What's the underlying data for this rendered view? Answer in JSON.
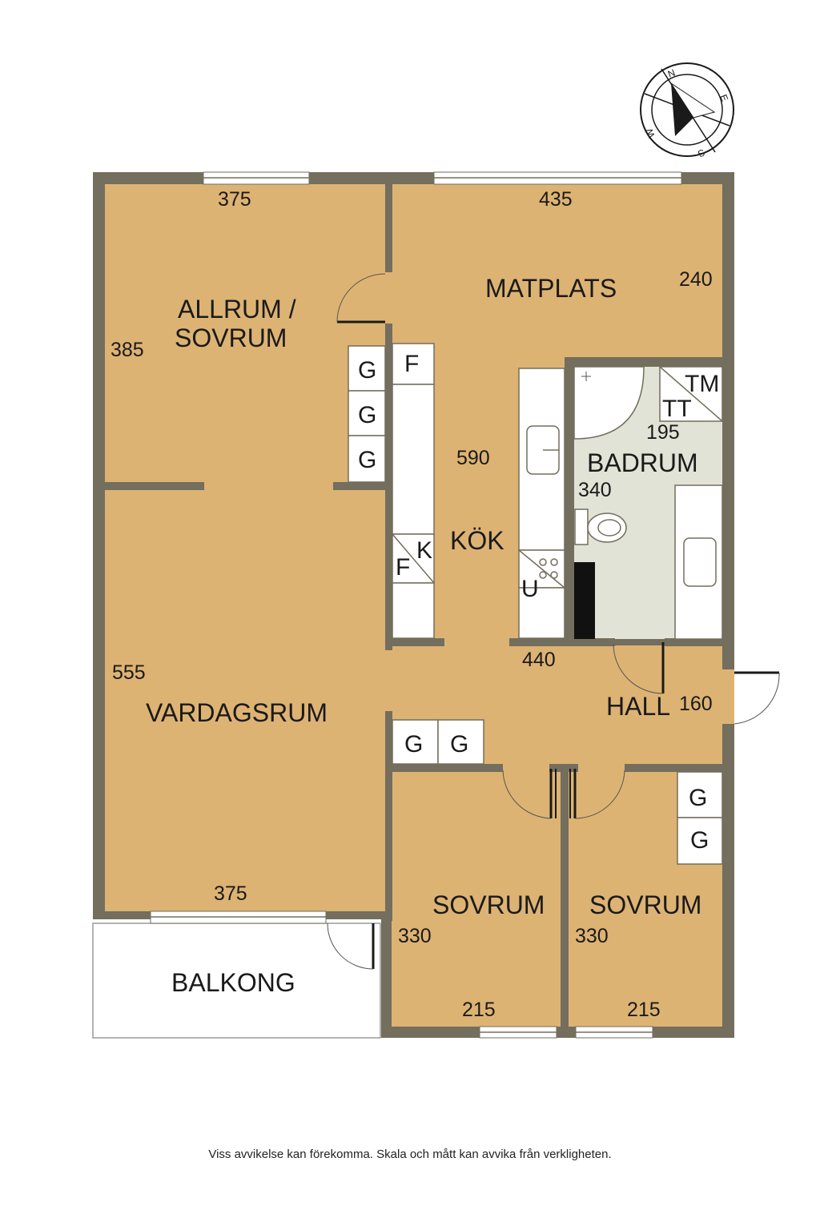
{
  "colors": {
    "wall": "#736e5d",
    "floor": "#ddb373",
    "bathroom": "#e1e3d6",
    "cabinet": "#ffffff",
    "line": "#1a1a1a"
  },
  "compass": {
    "n": "N",
    "e": "E",
    "s": "S",
    "w": "W"
  },
  "rooms": {
    "allrum_line1": "ALLRUM /",
    "allrum_line2": "SOVRUM",
    "matplats": "MATPLATS",
    "kok": "KÖK",
    "badrum": "BADRUM",
    "hall": "HALL",
    "vardagsrum": "VARDAGSRUM",
    "balkong": "BALKONG",
    "sovrum_left": "SOVRUM",
    "sovrum_right": "SOVRUM"
  },
  "dimensions": {
    "allrum_top": "375",
    "allrum_side": "385",
    "matplats_top": "435",
    "matplats_side": "240",
    "kok_depth": "590",
    "badrum_width": "195",
    "badrum_depth": "340",
    "kok_bottom": "440",
    "hall_side": "160",
    "vardagsrum_side": "555",
    "vardagsrum_bottom": "375",
    "sovrum_left_side": "330",
    "sovrum_left_bottom": "215",
    "sovrum_right_side": "330",
    "sovrum_right_bottom": "215"
  },
  "fixtures": {
    "wardrobe_allrum_1": "G",
    "wardrobe_allrum_2": "G",
    "wardrobe_allrum_3": "G",
    "fridge": "F",
    "freezer": "F",
    "kitchen_k": "K",
    "oven": "U",
    "washer": "TM",
    "dryer": "TT",
    "wardrobe_hall_1": "G",
    "wardrobe_hall_2": "G",
    "wardrobe_sovrum_1": "G",
    "wardrobe_sovrum_2": "G"
  },
  "disclaimer": "Viss avvikelse kan förekomma. Skala och mått kan avvika från verkligheten."
}
